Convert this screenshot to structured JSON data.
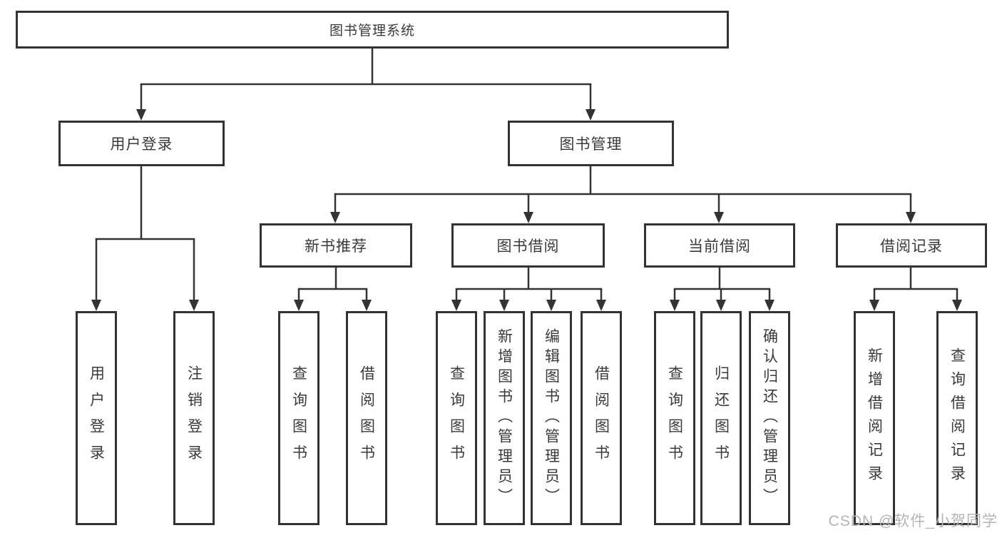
{
  "diagram": {
    "root": {
      "label": "图书管理系统"
    },
    "level2": [
      {
        "id": "user-login",
        "label": "用户登录"
      },
      {
        "id": "book-management",
        "label": "图书管理"
      }
    ],
    "level3": [
      {
        "id": "new-book-recommend",
        "label": "新书推荐"
      },
      {
        "id": "book-borrow",
        "label": "图书借阅"
      },
      {
        "id": "current-borrow",
        "label": "当前借阅"
      },
      {
        "id": "borrow-records",
        "label": "借阅记录"
      }
    ],
    "leaves": {
      "user_login": [
        "用户登录",
        "注销登录"
      ],
      "new_book_recommend": [
        "查询图书",
        "借阅图书"
      ],
      "book_borrow": [
        "查询图书",
        "新增图书（管理员）",
        "编辑图书（管理员）",
        "借阅图书"
      ],
      "current_borrow": [
        "查询图书",
        "归还图书",
        "确认归还（管理员）"
      ],
      "borrow_records": [
        "新增借阅记录",
        "查询借阅记录"
      ]
    }
  },
  "watermark": {
    "text": "CSDN @软件_小贺同学"
  },
  "colors": {
    "line": "#333333",
    "text": "#3a3a3a",
    "watermark": "#b4b4b4",
    "background": "#ffffff"
  }
}
